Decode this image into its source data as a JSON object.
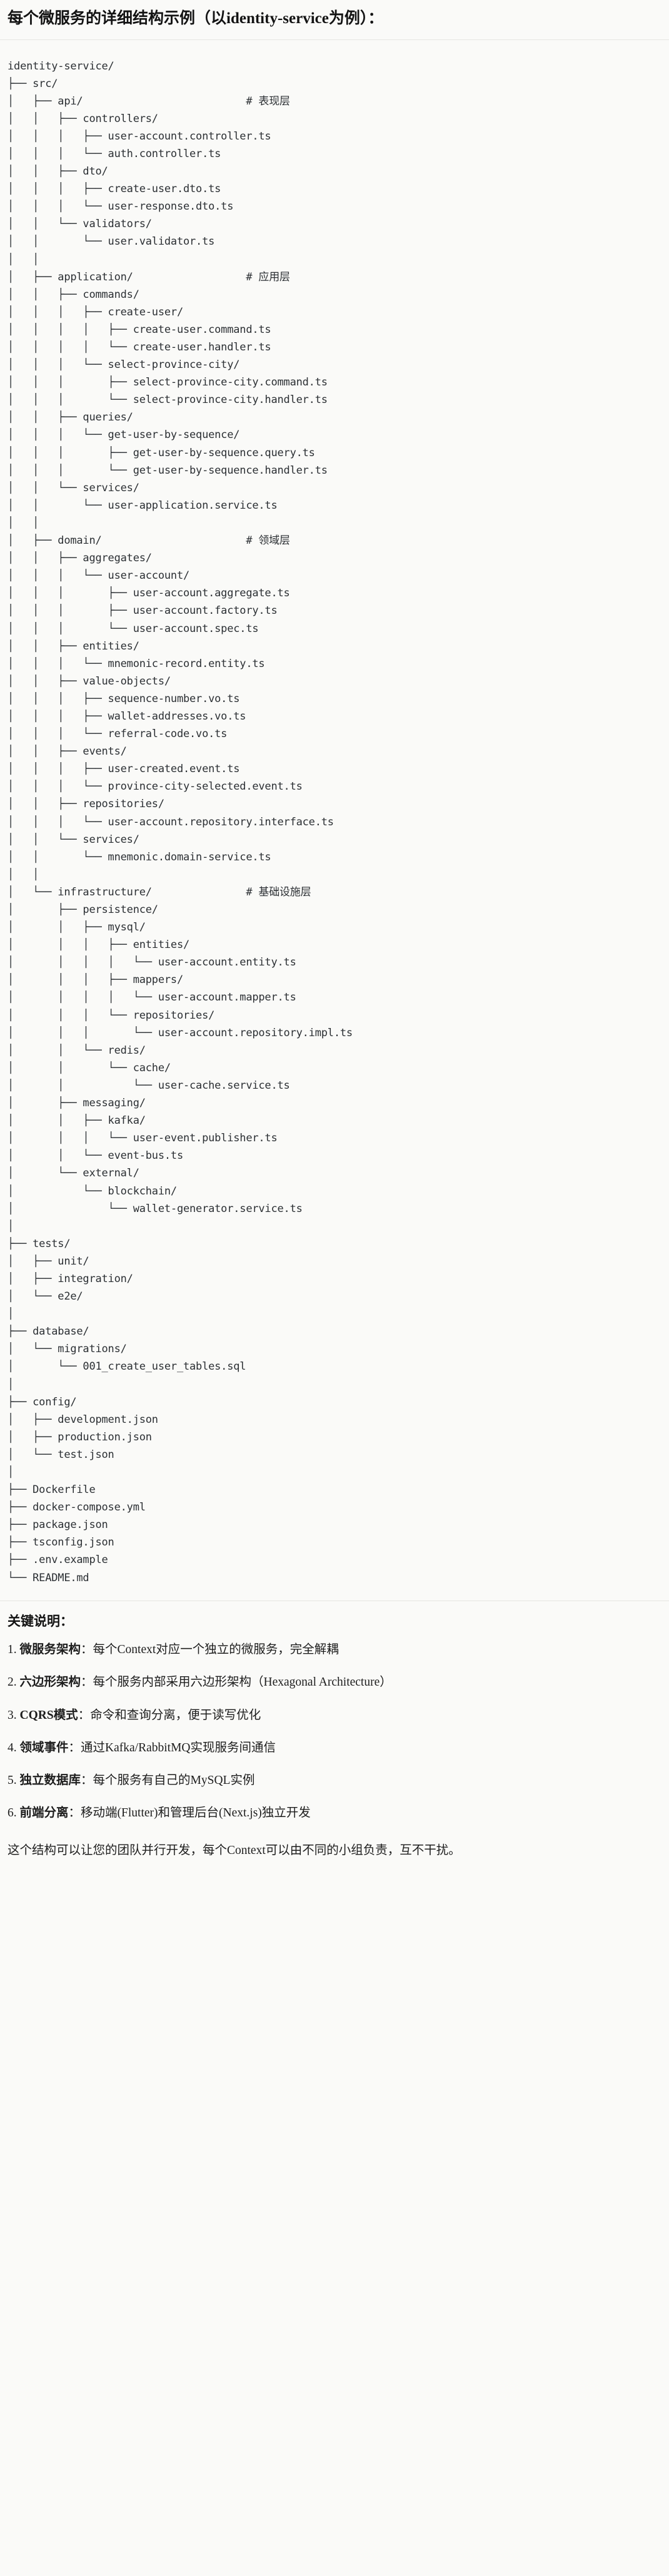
{
  "title": "每个微服务的详细结构示例（以identity-service为例）：",
  "tree": {
    "lines": [
      "identity-service/",
      "├── src/",
      "│   ├── api/                          # 表现层",
      "│   │   ├── controllers/",
      "│   │   │   ├── user-account.controller.ts",
      "│   │   │   └── auth.controller.ts",
      "│   │   ├── dto/",
      "│   │   │   ├── create-user.dto.ts",
      "│   │   │   └── user-response.dto.ts",
      "│   │   └── validators/",
      "│   │       └── user.validator.ts",
      "│   │",
      "│   ├── application/                  # 应用层",
      "│   │   ├── commands/",
      "│   │   │   ├── create-user/",
      "│   │   │   │   ├── create-user.command.ts",
      "│   │   │   │   └── create-user.handler.ts",
      "│   │   │   └── select-province-city/",
      "│   │   │       ├── select-province-city.command.ts",
      "│   │   │       └── select-province-city.handler.ts",
      "│   │   ├── queries/",
      "│   │   │   └── get-user-by-sequence/",
      "│   │   │       ├── get-user-by-sequence.query.ts",
      "│   │   │       └── get-user-by-sequence.handler.ts",
      "│   │   └── services/",
      "│   │       └── user-application.service.ts",
      "│   │",
      "│   ├── domain/                       # 领域层",
      "│   │   ├── aggregates/",
      "│   │   │   └── user-account/",
      "│   │   │       ├── user-account.aggregate.ts",
      "│   │   │       ├── user-account.factory.ts",
      "│   │   │       └── user-account.spec.ts",
      "│   │   ├── entities/",
      "│   │   │   └── mnemonic-record.entity.ts",
      "│   │   ├── value-objects/",
      "│   │   │   ├── sequence-number.vo.ts",
      "│   │   │   ├── wallet-addresses.vo.ts",
      "│   │   │   └── referral-code.vo.ts",
      "│   │   ├── events/",
      "│   │   │   ├── user-created.event.ts",
      "│   │   │   └── province-city-selected.event.ts",
      "│   │   ├── repositories/",
      "│   │   │   └── user-account.repository.interface.ts",
      "│   │   └── services/",
      "│   │       └── mnemonic.domain-service.ts",
      "│   │",
      "│   └── infrastructure/               # 基础设施层",
      "│       ├── persistence/",
      "│       │   ├── mysql/",
      "│       │   │   ├── entities/",
      "│       │   │   │   └── user-account.entity.ts",
      "│       │   │   ├── mappers/",
      "│       │   │   │   └── user-account.mapper.ts",
      "│       │   │   └── repositories/",
      "│       │   │       └── user-account.repository.impl.ts",
      "│       │   └── redis/",
      "│       │       └── cache/",
      "│       │           └── user-cache.service.ts",
      "│       ├── messaging/",
      "│       │   ├── kafka/",
      "│       │   │   └── user-event.publisher.ts",
      "│       │   └── event-bus.ts",
      "│       └── external/",
      "│           └── blockchain/",
      "│               └── wallet-generator.service.ts",
      "│",
      "├── tests/",
      "│   ├── unit/",
      "│   ├── integration/",
      "│   └── e2e/",
      "│",
      "├── database/",
      "│   └── migrations/",
      "│       └── 001_create_user_tables.sql",
      "│",
      "├── config/",
      "│   ├── development.json",
      "│   ├── production.json",
      "│   └── test.json",
      "│",
      "├── Dockerfile",
      "├── docker-compose.yml",
      "├── package.json",
      "├── tsconfig.json",
      "├── .env.example",
      "└── README.md"
    ],
    "layer_comments": [
      "# 表现层",
      "# 应用层",
      "# 领域层",
      "# 基础设施层"
    ],
    "root": "identity-service/"
  },
  "notes": {
    "heading": "关键说明：",
    "items": [
      {
        "num": "1.",
        "term": "微服务架构",
        "sep": "：",
        "desc": "每个Context对应一个独立的微服务，完全解耦"
      },
      {
        "num": "2.",
        "term": "六边形架构",
        "sep": "：",
        "desc": "每个服务内部采用六边形架构（Hexagonal Architecture）"
      },
      {
        "num": "3.",
        "term": "CQRS模式",
        "sep": "：",
        "desc": "命令和查询分离，便于读写优化"
      },
      {
        "num": "4.",
        "term": "领域事件",
        "sep": "：",
        "desc": "通过Kafka/RabbitMQ实现服务间通信"
      },
      {
        "num": "5.",
        "term": "独立数据库",
        "sep": "：",
        "desc": "每个服务有自己的MySQL实例"
      },
      {
        "num": "6.",
        "term": "前端分离",
        "sep": "：",
        "desc": "移动端(Flutter)和管理后台(Next.js)独立开发"
      }
    ],
    "closing": "这个结构可以让您的团队并行开发，每个Context可以由不同的小组负责，互不干扰。"
  },
  "colors": {
    "background": "#fafaf8",
    "text": "#1a1a1a",
    "code_text": "#2b2f33",
    "divider": "#e6e6e2"
  }
}
